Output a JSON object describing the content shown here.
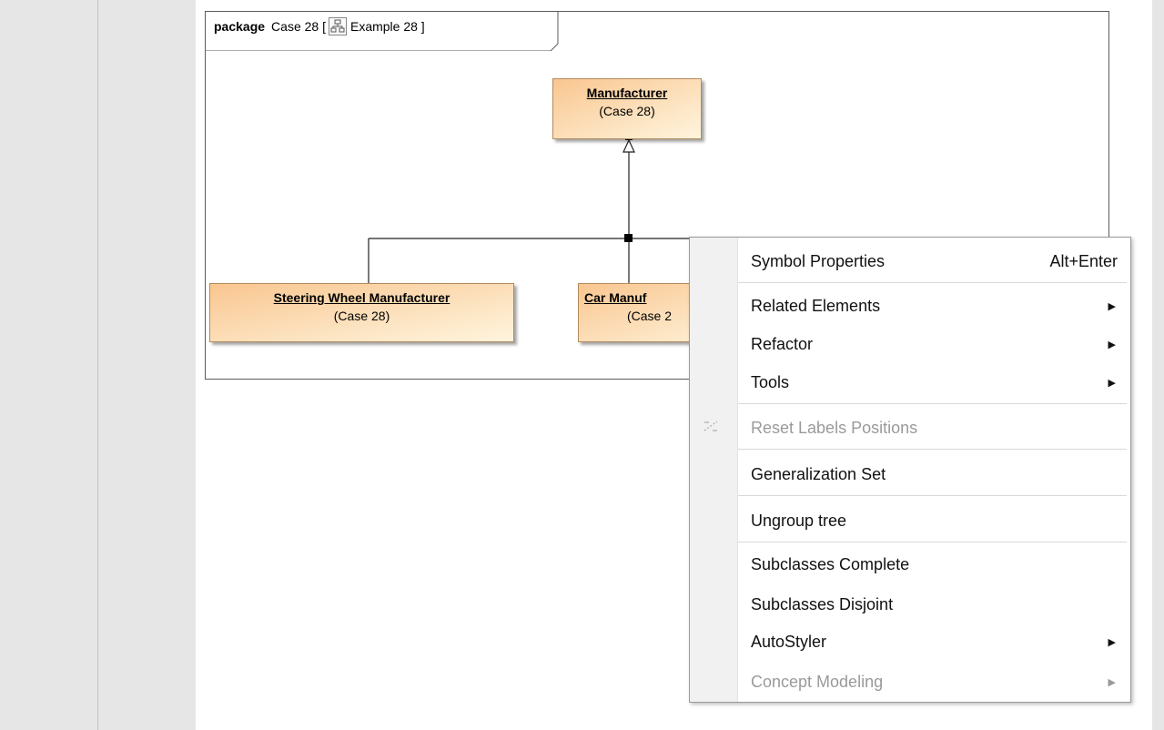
{
  "package": {
    "keyword": "package",
    "name": "Case 28 [",
    "diagram_name": "Example 28 ]"
  },
  "classes": {
    "manufacturer": {
      "name": "Manufacturer",
      "stereo": "(Case 28)"
    },
    "steering": {
      "name": "Steering Wheel Manufacturer",
      "stereo": "(Case 28)"
    },
    "car": {
      "name": "Car Manuf",
      "stereo": "(Case 2"
    }
  },
  "context_menu": {
    "items": [
      {
        "label": "Symbol Properties",
        "shortcut": "Alt+Enter"
      },
      {
        "label": "Related Elements"
      },
      {
        "label": "Refactor"
      },
      {
        "label": "Tools"
      },
      {
        "label": "Reset Labels Positions"
      },
      {
        "label": "Generalization Set"
      },
      {
        "label": "Ungroup tree"
      },
      {
        "label": "Subclasses Complete"
      },
      {
        "label": "Subclasses Disjoint"
      },
      {
        "label": "AutoStyler"
      },
      {
        "label": "Concept Modeling"
      }
    ],
    "submenu_arrow": "▶"
  }
}
